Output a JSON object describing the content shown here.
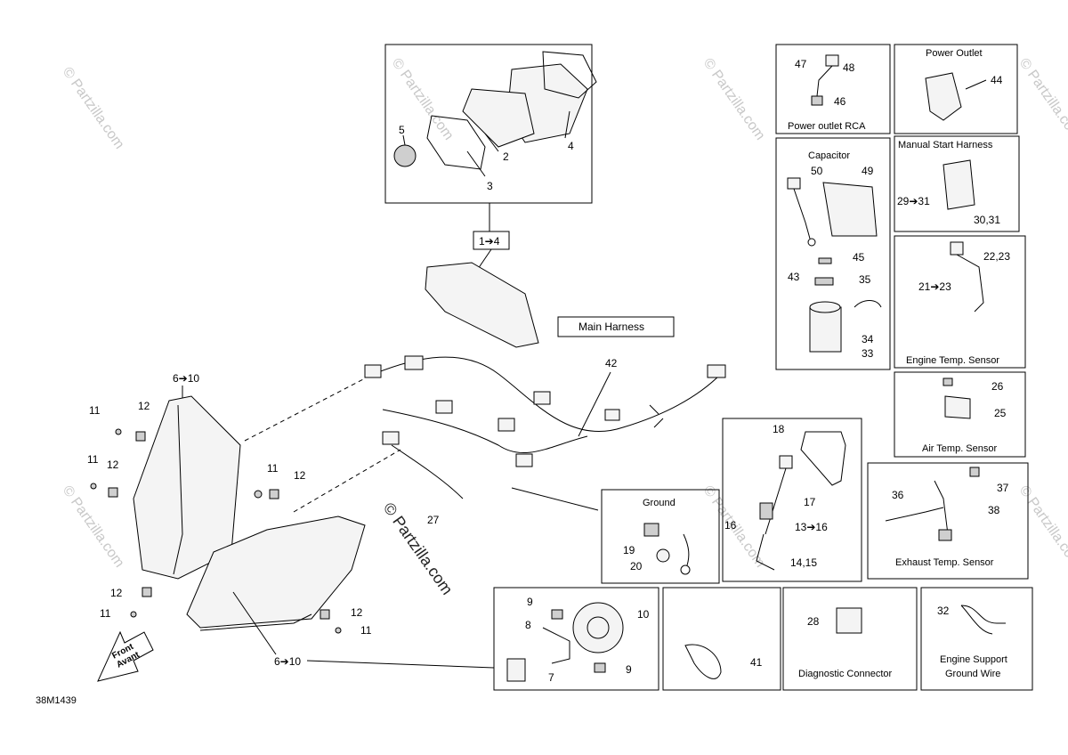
{
  "figure_code": "38M1439",
  "watermark": "© Partzilla.com",
  "center_watermark": "© Partzilla.com",
  "front_label": {
    "line1": "Front",
    "line2": "Avant"
  },
  "cluster": {
    "n1": "5",
    "n2": "2",
    "n3": "3",
    "n4": "4",
    "range": "1➔4"
  },
  "main_harness": {
    "title": "Main Harness",
    "num": "42"
  },
  "headlights": {
    "left_range": "6➔10",
    "bottom_range": "6➔10",
    "n11a": "11",
    "n12a": "12",
    "n11b": "11",
    "n12b": "12",
    "n11c": "11",
    "n12c": "12",
    "n12d": "12",
    "n11d": "11",
    "n12e": "12",
    "n11e": "11",
    "n27": "27"
  },
  "bulb_box": {
    "n9a": "9",
    "n8": "8",
    "n10": "10",
    "n9b": "9",
    "n7": "7"
  },
  "ground": {
    "title": "Ground",
    "n19": "19",
    "n20": "20"
  },
  "tether": {
    "n18": "18",
    "n17": "17",
    "n16": "16",
    "range_a": "13➔16",
    "range_b": "14,15"
  },
  "strap_box": {
    "n41": "41"
  },
  "diag_conn": {
    "title": "Diagnostic Connector",
    "n28": "28"
  },
  "engine_support": {
    "title1": "Engine Support",
    "title2": "Ground Wire",
    "n32": "32"
  },
  "power_rca": {
    "title": "Power outlet RCA",
    "n47": "47",
    "n48": "48",
    "n46": "46"
  },
  "power_outlet": {
    "title": "Power Outlet",
    "n44": "44"
  },
  "capacitor": {
    "title": "Capacitor",
    "n50": "50",
    "n49": "49",
    "n45": "45",
    "n43": "43",
    "n35": "35",
    "n34": "34",
    "n33": "33"
  },
  "manual_start": {
    "title": "Manual Start Harness",
    "range": "29➔31",
    "n30_31": "30,31"
  },
  "engine_temp": {
    "title": "Engine Temp. Sensor",
    "n22_23": "22,23",
    "range": "21➔23"
  },
  "air_temp": {
    "title": "Air Temp. Sensor",
    "n26": "26",
    "n25": "25"
  },
  "exhaust_temp": {
    "title": "Exhaust Temp. Sensor",
    "n36": "36",
    "n37": "37",
    "n38": "38"
  }
}
